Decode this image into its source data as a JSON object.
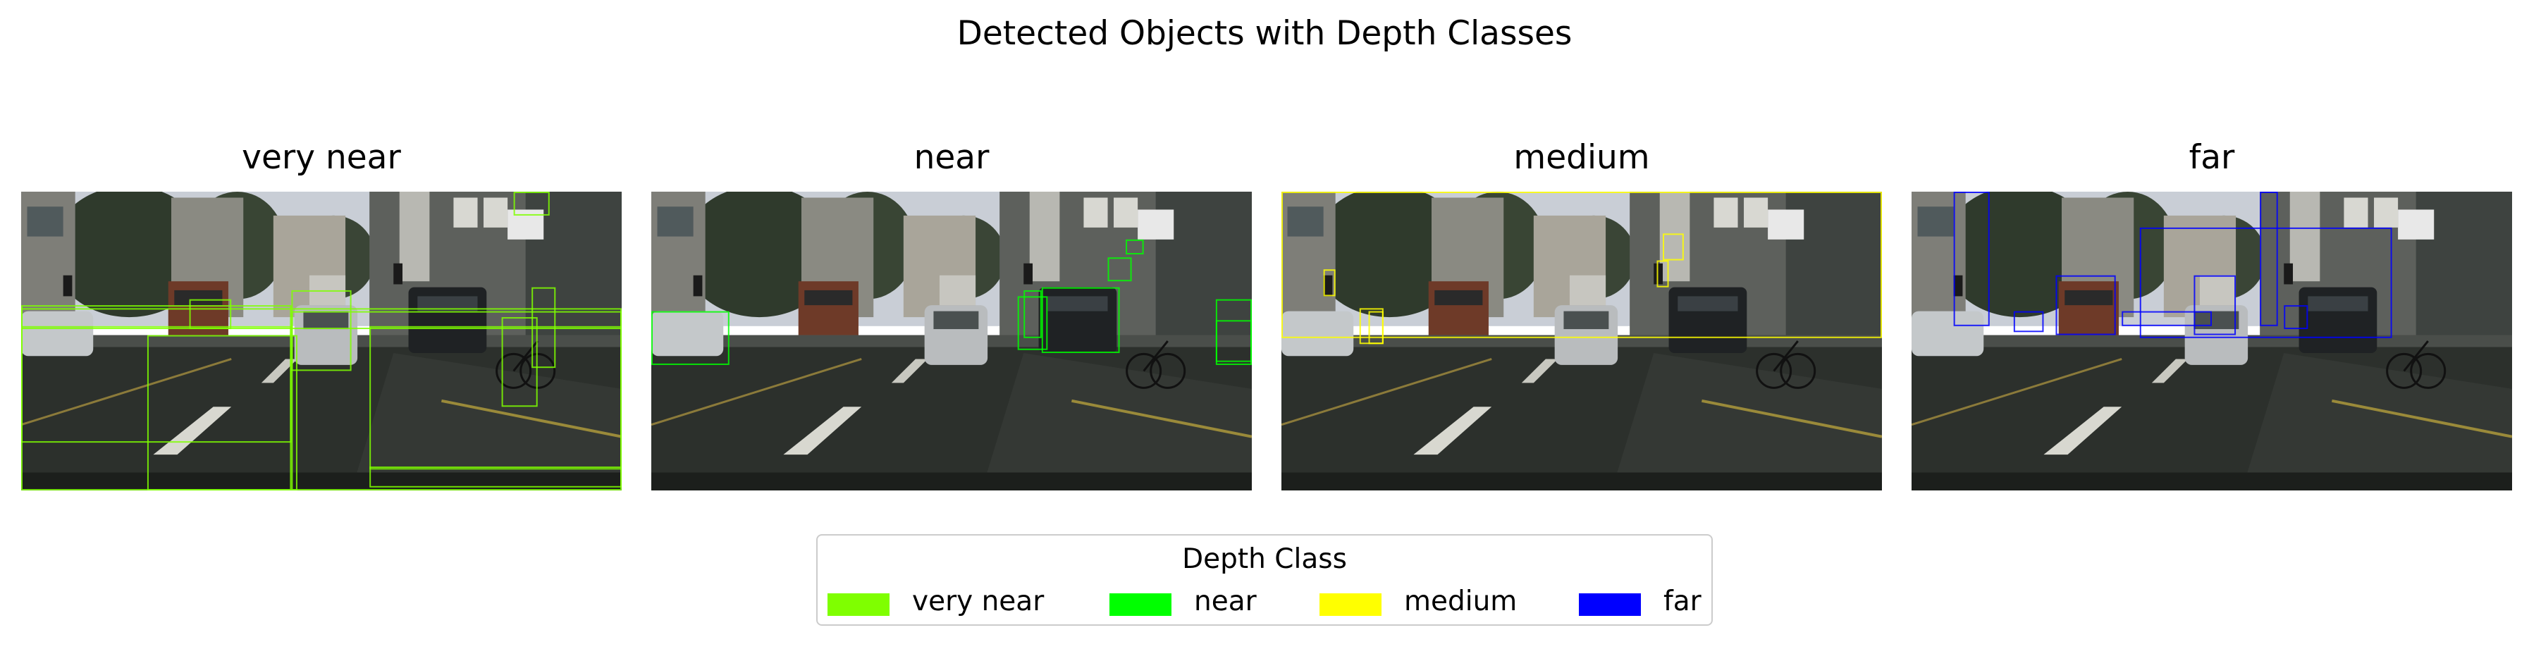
{
  "suptitle": "Detected Objects with Depth Classes",
  "legend": {
    "title": "Depth Class",
    "entries": [
      {
        "label": "very near",
        "color": "#7fff00"
      },
      {
        "label": "near",
        "color": "#00ff00"
      },
      {
        "label": "medium",
        "color": "#ffff00"
      },
      {
        "label": "far",
        "color": "#0000ff"
      }
    ]
  },
  "chart_data": {
    "type": "image-panels",
    "panels": [
      {
        "title": "very near",
        "depth_class": "very near",
        "box_color": "#7fff00"
      },
      {
        "title": "near",
        "depth_class": "near",
        "box_color": "#00ff00"
      },
      {
        "title": "medium",
        "depth_class": "medium",
        "box_color": "#ffff00"
      },
      {
        "title": "far",
        "depth_class": "far",
        "box_color": "#0000ff"
      }
    ]
  }
}
